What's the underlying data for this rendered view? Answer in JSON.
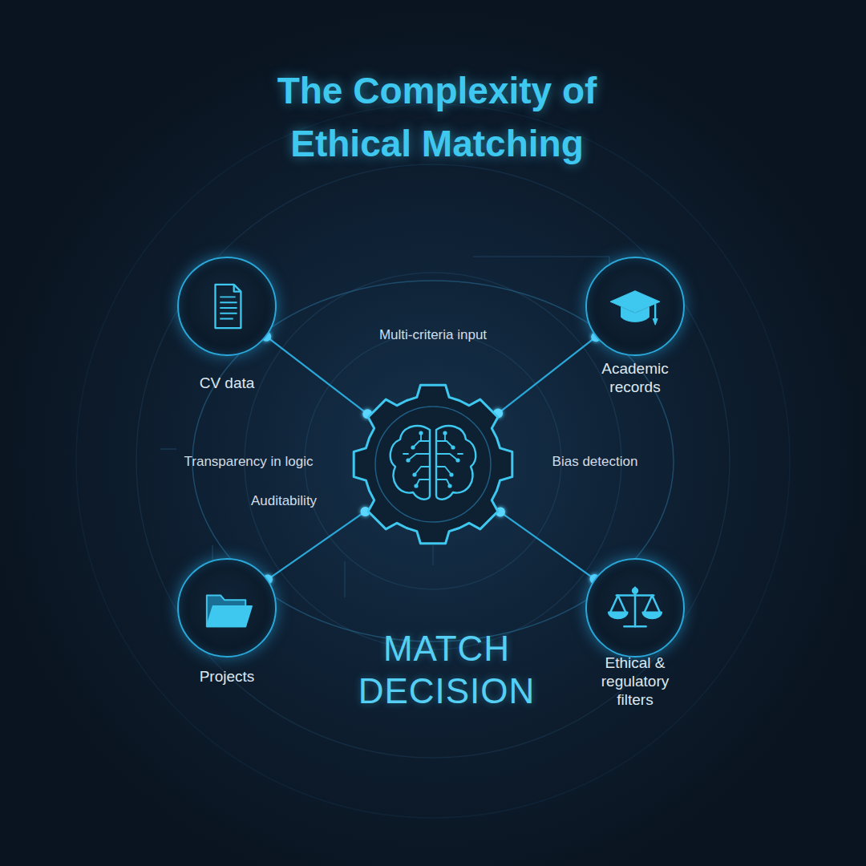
{
  "diagram": {
    "title": "The Complexity of Ethical Matching",
    "nodes": [
      {
        "text": [
          "CV data"
        ]
      },
      {
        "text": [
          "Academic records"
        ]
      },
      {
        "text": [
          "Projects"
        ]
      },
      {
        "text": [
          "Ethical & regulatory filters"
        ]
      },
      {
        "text": [
          "MATCH DECISION"
        ]
      }
    ],
    "edges": [
      {
        "from": 0,
        "to": 4,
        "arrow": "none"
      },
      {
        "from": 1,
        "to": 4,
        "arrow": "none"
      },
      {
        "from": 2,
        "to": 4,
        "arrow": "none"
      },
      {
        "from": 3,
        "to": 4,
        "arrow": "none"
      }
    ],
    "labels": [
      "Multi-criteria input",
      "Transparency in logic",
      "Auditability",
      "Bias detection"
    ]
  }
}
